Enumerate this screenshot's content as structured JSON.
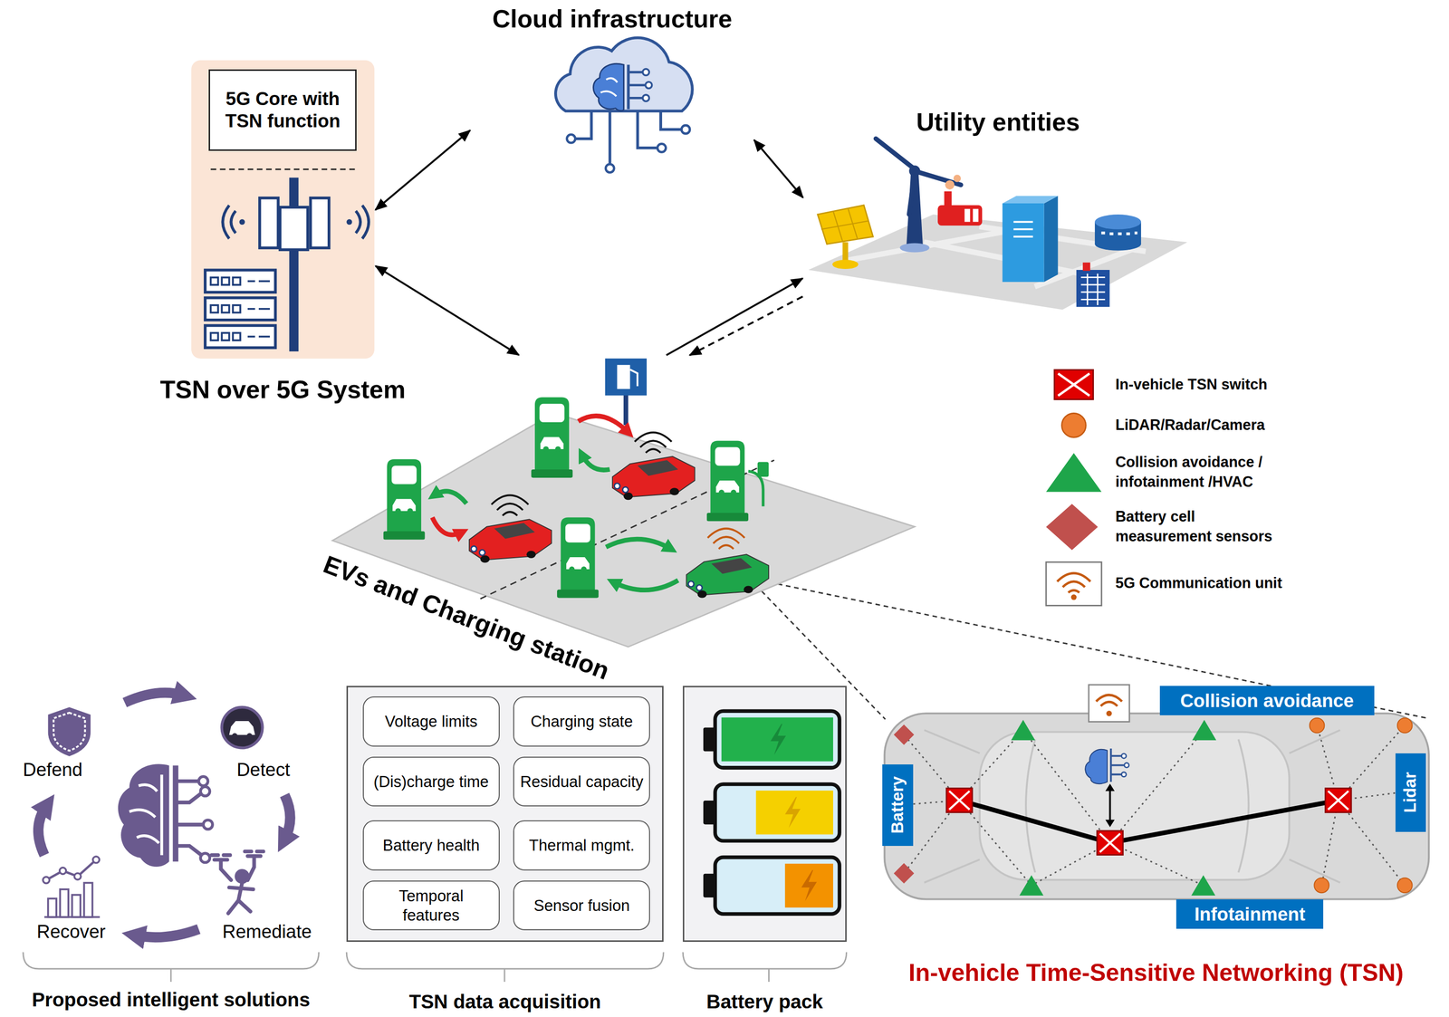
{
  "diagram": {
    "nodes": [
      {
        "text": [
          "Cloud infrastructure"
        ]
      },
      {
        "text": [
          "TSN over 5G System"
        ]
      },
      {
        "text": [
          "5G Core with TSN function"
        ],
        "in": 1
      },
      {
        "text": [
          "Utility entities"
        ]
      },
      {
        "text": [
          "EVs and Charging station"
        ]
      },
      {
        "text": [
          "TSN data acquisition"
        ]
      },
      {
        "text": [
          "Voltage limits"
        ],
        "in": 5
      },
      {
        "text": [
          "Charging state"
        ],
        "in": 5
      },
      {
        "text": [
          "(Dis)charge time"
        ],
        "in": 5
      },
      {
        "text": [
          "Residual capacity"
        ],
        "in": 5
      },
      {
        "text": [
          "Battery health"
        ],
        "in": 5
      },
      {
        "text": [
          "Thermal mgmt."
        ],
        "in": 5
      },
      {
        "text": [
          "Temporal features"
        ],
        "in": 5
      },
      {
        "text": [
          "Sensor fusion"
        ],
        "in": 5
      },
      {
        "text": [
          "Battery pack"
        ]
      },
      {
        "text": [
          "In-vehicle Time-Sensitive Networking (TSN)"
        ]
      },
      {
        "text": [
          "Collision avoidance"
        ],
        "in": 15
      },
      {
        "text": [
          "Battery"
        ],
        "in": 15
      },
      {
        "text": [
          "Lidar"
        ],
        "in": 15
      },
      {
        "text": [
          "Infotainment"
        ],
        "in": 15
      }
    ],
    "edges": [
      {
        "from": 0,
        "to": 1,
        "arrow": "both"
      },
      {
        "from": 0,
        "to": 3,
        "arrow": "both"
      },
      {
        "from": 1,
        "to": 4,
        "arrow": "both"
      },
      {
        "from": 4,
        "to": 3,
        "arrow": "to"
      },
      {
        "from": 3,
        "to": 4,
        "arrow": "to"
      }
    ],
    "labels": [
      "Defend",
      "Detect",
      "Remediate",
      "Recover",
      "Proposed intelligent solutions"
    ],
    "legend": [
      {
        "text": "In-vehicle TSN switch"
      },
      {
        "text": "LiDAR/Radar/Camera"
      },
      {
        "text": "Collision avoidance / infotainment /HVAC"
      },
      {
        "text": "Battery cell measurement sensors"
      },
      {
        "text": "5G Communication unit"
      }
    ]
  }
}
